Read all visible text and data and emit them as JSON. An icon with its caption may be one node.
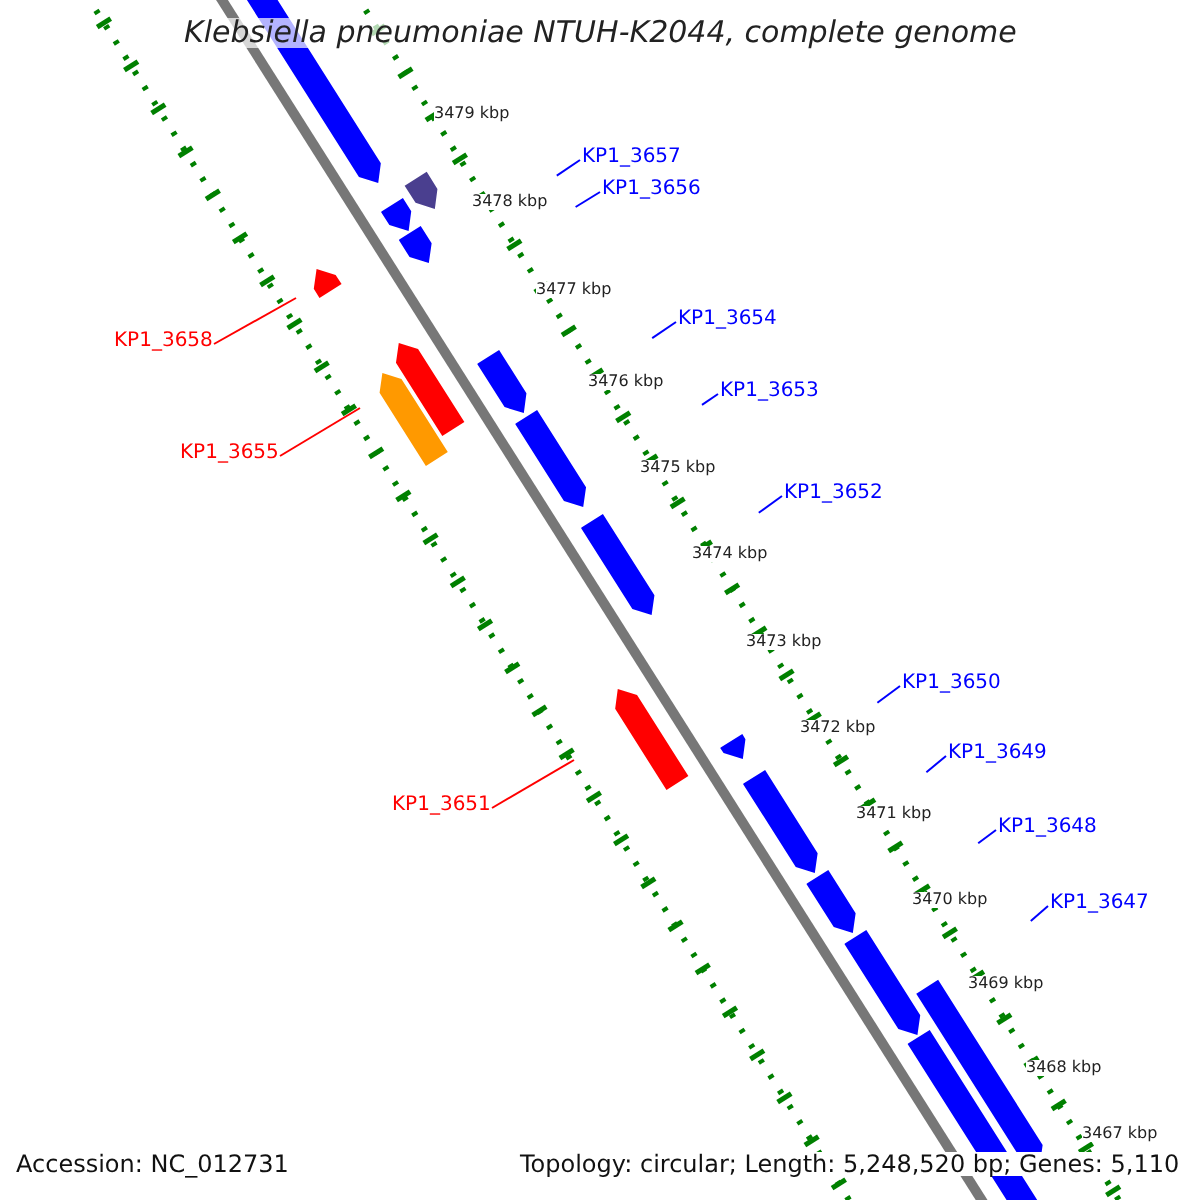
{
  "diagram": {
    "title": "Klebsiella pneumoniae NTUH-K2044, complete genome",
    "nodes": [
      {
        "text": [
          "KP1_3657"
        ]
      },
      {
        "text": [
          "KP1_3656"
        ]
      },
      {
        "text": [
          "KP1_3658"
        ]
      },
      {
        "text": [
          "KP1_3654"
        ]
      },
      {
        "text": [
          "KP1_3653"
        ]
      },
      {
        "text": [
          "KP1_3655"
        ]
      },
      {
        "text": [
          "KP1_3652"
        ]
      },
      {
        "text": [
          "KP1_3650"
        ]
      },
      {
        "text": [
          "KP1_3651"
        ]
      },
      {
        "text": [
          "KP1_3649"
        ]
      },
      {
        "text": [
          "KP1_3648"
        ]
      },
      {
        "text": [
          "KP1_3647"
        ]
      }
    ],
    "edges": [
      {
        "from": 0,
        "to": null,
        "arrow": "none"
      },
      {
        "from": 1,
        "to": null,
        "arrow": "none"
      },
      {
        "from": 2,
        "to": null,
        "arrow": "none",
        "color": "#ff0000"
      },
      {
        "from": 3,
        "to": null,
        "arrow": "none"
      },
      {
        "from": 4,
        "to": null,
        "arrow": "none"
      },
      {
        "from": 5,
        "to": null,
        "arrow": "none",
        "color": "#ff0000"
      },
      {
        "from": 6,
        "to": null,
        "arrow": "none"
      },
      {
        "from": 7,
        "to": null,
        "arrow": "none"
      },
      {
        "from": 8,
        "to": null,
        "arrow": "none",
        "color": "#ff0000"
      },
      {
        "from": 9,
        "to": null,
        "arrow": "none"
      },
      {
        "from": 10,
        "to": null,
        "arrow": "none"
      },
      {
        "from": 11,
        "to": null,
        "arrow": "none"
      }
    ],
    "labels": [
      "3479 kbp",
      "3478 kbp",
      "3477 kbp",
      "3476 kbp",
      "3475 kbp",
      "3474 kbp",
      "3473 kbp",
      "3472 kbp",
      "3471 kbp",
      "3470 kbp",
      "3469 kbp",
      "3468 kbp",
      "3467 kbp",
      "Accession: NC_012731",
      "Topology: circular; Length: 5,248,520 bp; Genes: 5,110"
    ]
  }
}
